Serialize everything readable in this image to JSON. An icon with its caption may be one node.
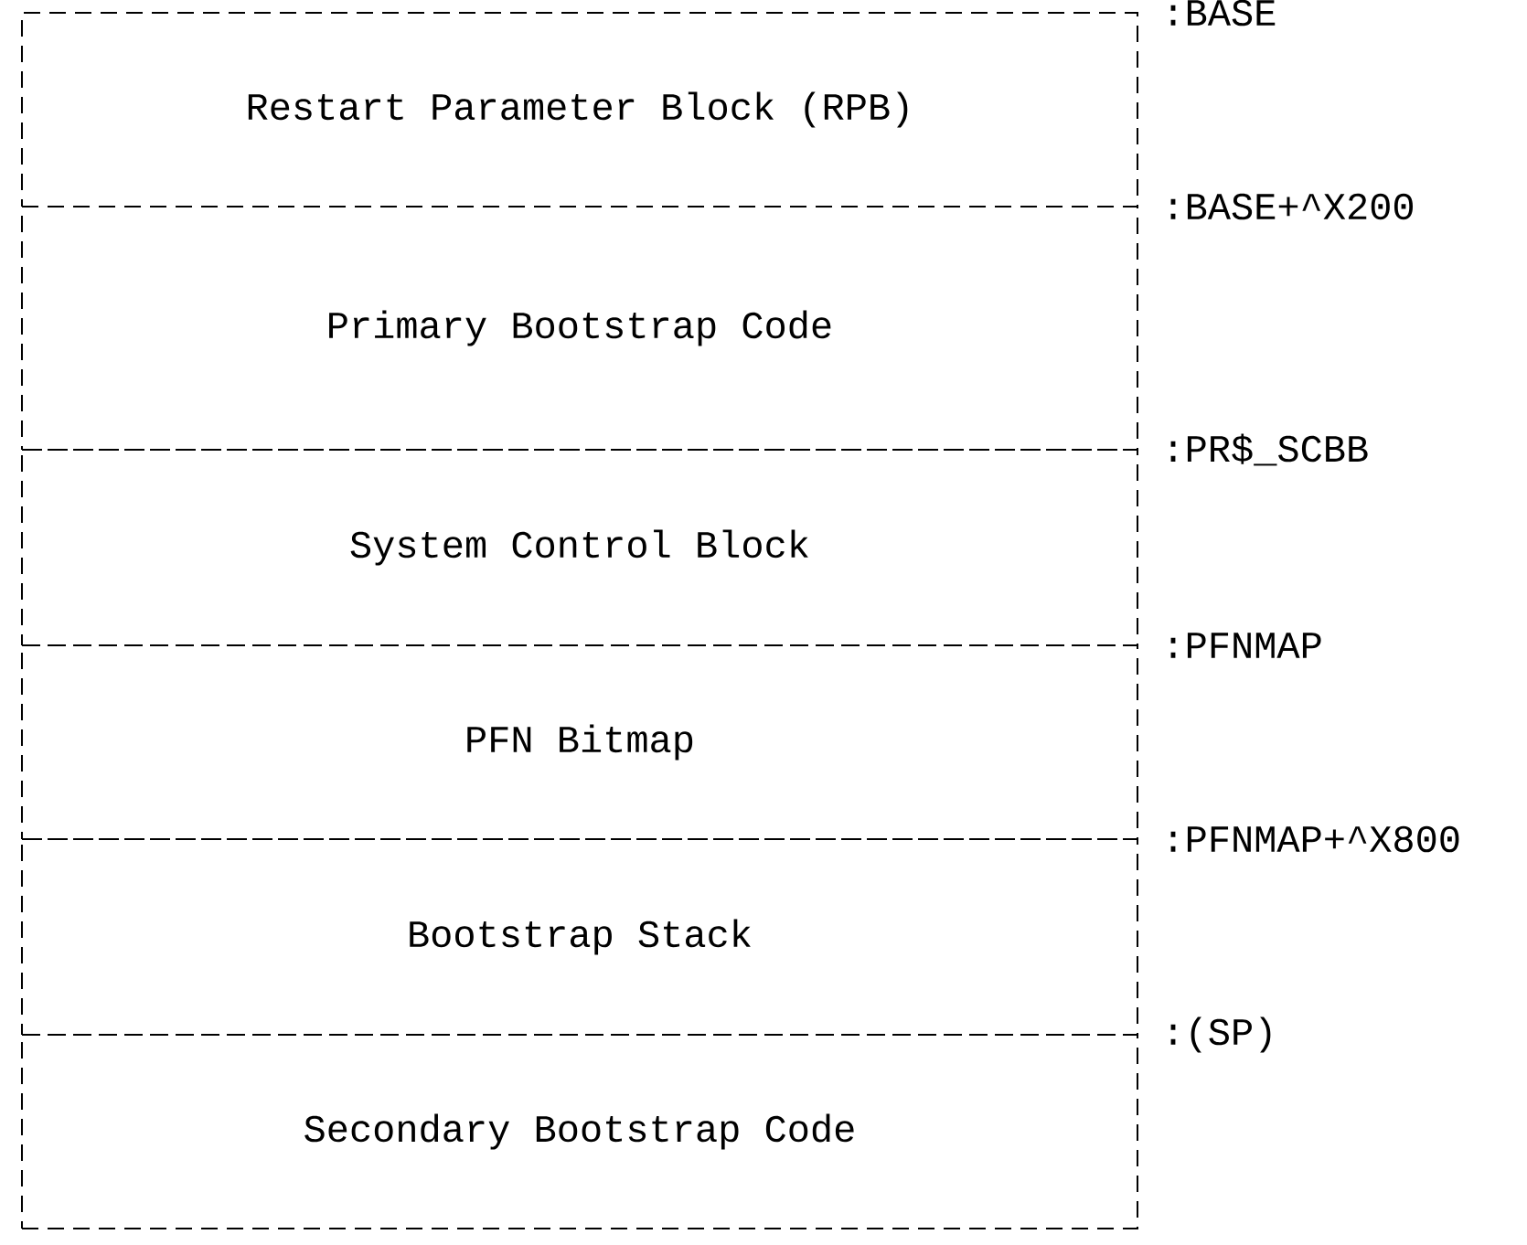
{
  "diagram": {
    "nodes": [
      {
        "text": [
          "Restart Parameter Block (RPB)"
        ]
      },
      {
        "text": [
          "Primary Bootstrap Code"
        ]
      },
      {
        "text": [
          "System Control Block"
        ]
      },
      {
        "text": [
          "PFN Bitmap"
        ]
      },
      {
        "text": [
          "Bootstrap Stack"
        ]
      },
      {
        "text": [
          "Secondary Bootstrap Code"
        ]
      }
    ],
    "edges": [],
    "labels": [
      ":BASE",
      ":BASE+^X200",
      ":PR$_SCBB",
      ":PFNMAP",
      ":PFNMAP+^X800",
      ":(SP)"
    ]
  }
}
